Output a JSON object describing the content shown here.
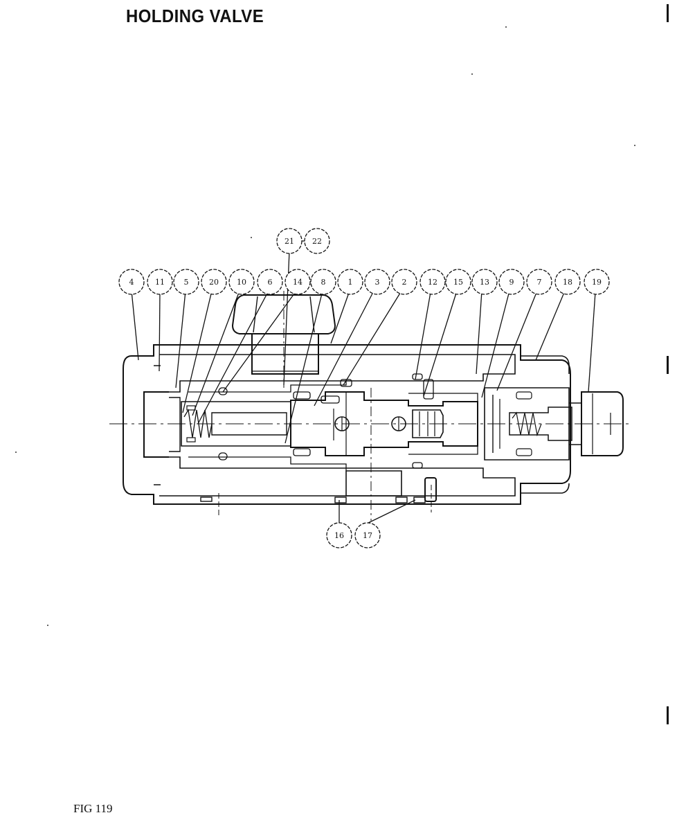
{
  "title": "HOLDING VALVE",
  "figure_label": "FIG 119",
  "callouts": [
    {
      "id": "21",
      "label": "21"
    },
    {
      "id": "22",
      "label": "22"
    },
    {
      "id": "4",
      "label": "4"
    },
    {
      "id": "11",
      "label": "11"
    },
    {
      "id": "5",
      "label": "5"
    },
    {
      "id": "20",
      "label": "20"
    },
    {
      "id": "10",
      "label": "10"
    },
    {
      "id": "6",
      "label": "6"
    },
    {
      "id": "14",
      "label": "14"
    },
    {
      "id": "8",
      "label": "8"
    },
    {
      "id": "1",
      "label": "1"
    },
    {
      "id": "3",
      "label": "3"
    },
    {
      "id": "2",
      "label": "2"
    },
    {
      "id": "12",
      "label": "12"
    },
    {
      "id": "15",
      "label": "15"
    },
    {
      "id": "13",
      "label": "13"
    },
    {
      "id": "9",
      "label": "9"
    },
    {
      "id": "7",
      "label": "7"
    },
    {
      "id": "18",
      "label": "18"
    },
    {
      "id": "19",
      "label": "19"
    },
    {
      "id": "16",
      "label": "16"
    },
    {
      "id": "17",
      "label": "17"
    }
  ]
}
